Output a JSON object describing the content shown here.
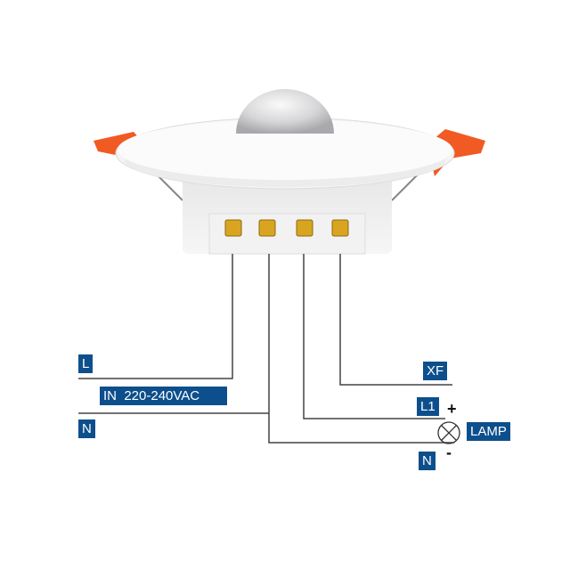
{
  "labels": {
    "l": "L",
    "in_voltage": "IN  220-240VAC",
    "n_in": "N",
    "xf": "XF",
    "l1": "L1",
    "lamp": "LAMP",
    "n_out": "N",
    "plus": "+",
    "minus": "-"
  },
  "colors": {
    "label_bg": "#0d4f8c",
    "clip": "#f15a22",
    "wire": "#444444"
  }
}
